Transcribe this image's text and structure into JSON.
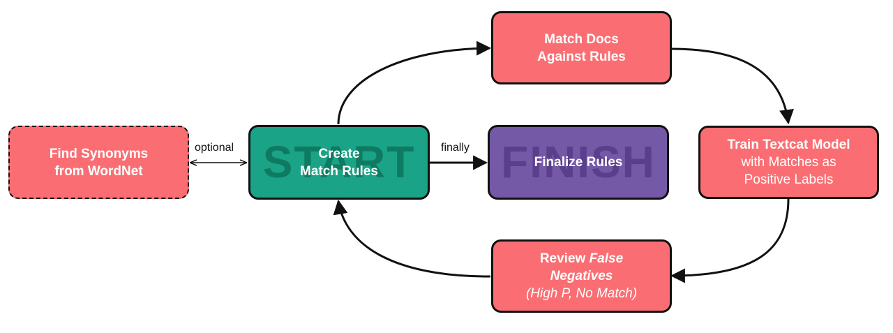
{
  "colors": {
    "step_fill": "#fa6e73",
    "start_fill": "#1aa386",
    "finish_fill": "#7459a7",
    "stroke": "#111111"
  },
  "nodes": {
    "synonyms": {
      "line1": "Find Synonyms",
      "line2": "from WordNet"
    },
    "create": {
      "watermark": "START",
      "line1": "Create",
      "line2": "Match Rules"
    },
    "finalize": {
      "watermark": "FINISH",
      "line1": "Finalize Rules"
    },
    "match_docs": {
      "line1": "Match Docs",
      "line2": "Against Rules"
    },
    "train": {
      "line1": "Train Textcat Model",
      "line2": "with Matches as",
      "line3": "Positive Labels"
    },
    "review": {
      "line1_prefix": "Review ",
      "line1_em": "False",
      "line2_em": "Negatives",
      "line3": "(High P, No Match)"
    }
  },
  "edges": {
    "optional_label": "optional",
    "finally_label": "finally"
  }
}
